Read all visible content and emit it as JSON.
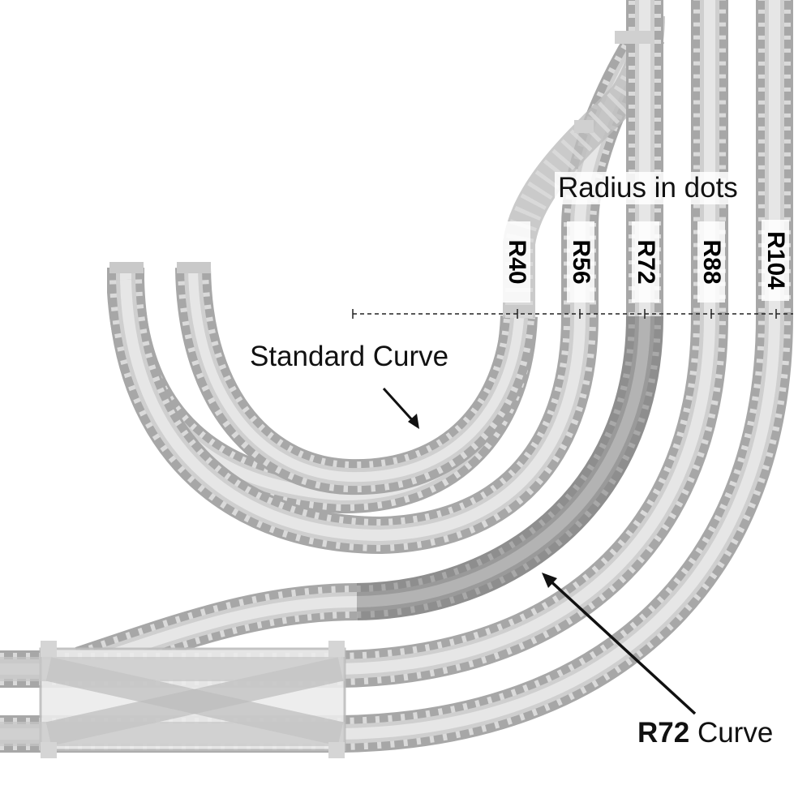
{
  "title": "Radius in dots",
  "radius_labels": [
    "R40",
    "R56",
    "R72",
    "R88",
    "R104"
  ],
  "annotations": {
    "standard_curve": "Standard Curve",
    "r72_bold": "R72",
    "r72_rest": " Curve"
  },
  "colors": {
    "track_light": "#d2d2d2",
    "track_outline": "#9e9e9e",
    "sleeper": "#e4e4e4",
    "track_highlight": "#8a8a8a",
    "reference_line": "#222222"
  }
}
